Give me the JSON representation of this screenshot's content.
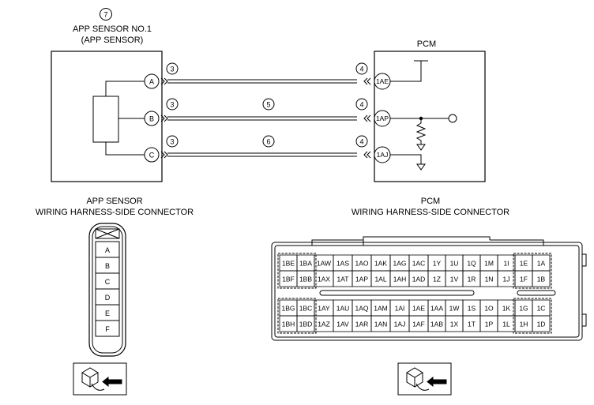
{
  "app_sensor": {
    "callout": "7",
    "title_line1": "APP SENSOR NO.1",
    "title_line2": "(APP SENSOR)",
    "terminals": [
      "A",
      "B",
      "C"
    ],
    "connector_title_line1": "APP SENSOR",
    "connector_title_line2": "WIRING HARNESS-SIDE CONNECTOR",
    "connector_pins": [
      "A",
      "B",
      "C",
      "D",
      "E",
      "F"
    ]
  },
  "pcm": {
    "title": "PCM",
    "terminals": [
      "1AE",
      "1AP",
      "1AJ"
    ],
    "connector_title_line1": "PCM",
    "connector_title_line2": "WIRING HARNESS-SIDE CONNECTOR",
    "connector_rows": [
      [
        "1BE",
        "1BA",
        "1AW",
        "1AS",
        "1AO",
        "1AK",
        "1AG",
        "1AC",
        "1Y",
        "1U",
        "1Q",
        "1M",
        "1I",
        "1E",
        "1A"
      ],
      [
        "1BF",
        "1BB",
        "1AX",
        "1AT",
        "1AP",
        "1AL",
        "1AH",
        "1AD",
        "1Z",
        "1V",
        "1R",
        "1N",
        "1J",
        "1F",
        "1B"
      ],
      [
        "1BG",
        "1BC",
        "1AY",
        "1AU",
        "1AQ",
        "1AM",
        "1AI",
        "1AE",
        "1AA",
        "1W",
        "1S",
        "1O",
        "1K",
        "1G",
        "1C"
      ],
      [
        "1BH",
        "1BD",
        "1AZ",
        "1AV",
        "1AR",
        "1AN",
        "1AJ",
        "1AF",
        "1AB",
        "1X",
        "1T",
        "1P",
        "1L",
        "1H",
        "1D"
      ]
    ]
  },
  "wires": {
    "connector_callouts": [
      "3",
      "3",
      "3",
      "4",
      "4",
      "4"
    ],
    "wire_callouts": [
      "5",
      "6"
    ]
  }
}
